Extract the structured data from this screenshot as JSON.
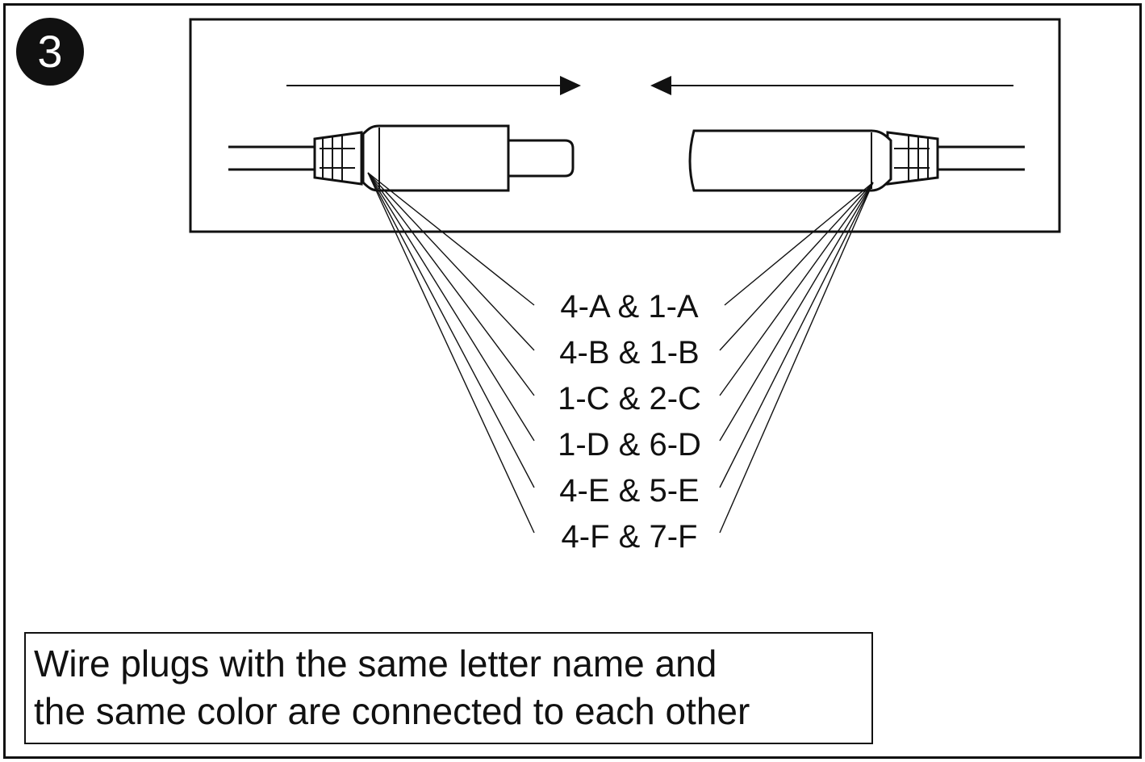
{
  "step": {
    "number": "3"
  },
  "connections": [
    {
      "label": "4-A & 1-A"
    },
    {
      "label": "4-B & 1-B"
    },
    {
      "label": "1-C & 2-C"
    },
    {
      "label": "1-D & 6-D"
    },
    {
      "label": "4-E & 5-E"
    },
    {
      "label": "4-F & 7-F"
    }
  ],
  "note": {
    "line1": "Wire plugs with the same letter name and",
    "line2": "the same color are connected to each other"
  },
  "icons": {
    "left_plug": "male-plug-icon",
    "right_plug": "female-plug-icon",
    "arrow_right": "arrow-right-icon",
    "arrow_left": "arrow-left-icon"
  },
  "colors": {
    "ink": "#111111",
    "background": "#ffffff"
  }
}
